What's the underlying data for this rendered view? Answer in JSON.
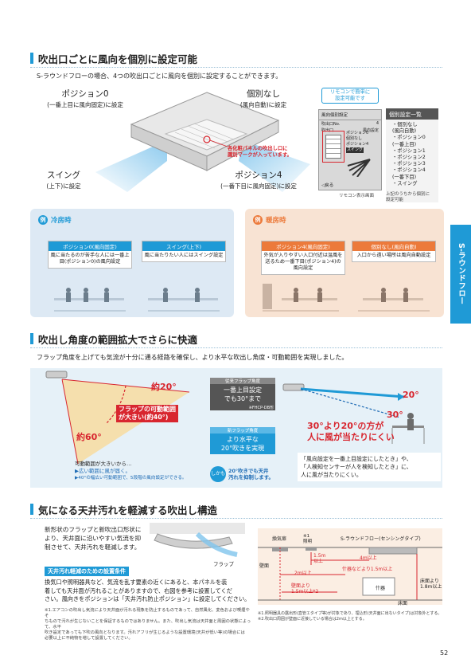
{
  "sections": {
    "s1_title": "吹出口ごとに風向を個別に設定可能",
    "s1_lead": "S-ラウンドフローの場合、4つの吹出口ごとに風向を個別に設定することができます。",
    "s2_title": "吹出し角度の範囲拡大でさらに快適",
    "s2_lead": "フラップ角度を上げても気流が十分に通る経路を確保し、より水平な吹出し角度・可動範囲を実現しました。",
    "s3_title": "気になる天井汚れを軽減する吹出し構造"
  },
  "side_tab": "S-ラウンドフロー",
  "unit_labels": {
    "pos0_main": "ポジション0",
    "pos0_sub": "(一番上目に風向固定)に設定",
    "individual_main": "個別なし",
    "individual_sub": "(風向自動)に設定",
    "swing_main": "スイング",
    "swing_sub": "(上下)に設定",
    "pos4_main": "ポジション4",
    "pos4_sub": "(一番下目に風向固定)に設定",
    "red_note_1": "各化粧パネルの吹出し口に",
    "red_note_2": "識別マークが入っています。"
  },
  "remote": {
    "callout_1": "リモコンで簡単に",
    "callout_2": "設定可能です",
    "screen_title": "風向個別設定",
    "row1": "吹出口No.",
    "row1_val": "4",
    "row2": "吹出口",
    "row3": "風向設定",
    "opt1": "ポジション0",
    "opt2": "個別なし",
    "opt3": "ポジション4",
    "opt4": "スイング",
    "back": "◁戻る",
    "caption": "リモコン表示画面"
  },
  "position_list": {
    "header": "個別設定一覧",
    "items": [
      "・個別なし",
      "(風向自動)",
      "・ポジション0",
      "(一番上目)",
      "・ポジション1",
      "・ポジション2",
      "・ポジション3",
      "・ポジション4",
      "(一番下目)",
      "・スイング"
    ],
    "footnote_1": "上記のうちから個別に",
    "footnote_2": "設定可能"
  },
  "cooling": {
    "tag": "冷房時",
    "tag_mark": "例",
    "color": "#1f9ad6",
    "box1_head": "ポジション0(風向固定)",
    "box1_text": "風に当たるのが苦手な人には一番上目(ポジション0)の風向設定",
    "box2_head": "スイング(上下)",
    "box2_text": "風に当たりたい人にはスイング設定"
  },
  "heating": {
    "tag": "暖房時",
    "tag_mark": "例",
    "color": "#ec7a3b",
    "box1_head": "ポジション4(風向固定)",
    "box1_text": "外気が入りやすい入口付近は温風を送るため一番下目(ポジション4)の風向設定",
    "box2_head": "個別なし(風向自動)",
    "box2_text": "入口から遠い場所は風向自動設定"
  },
  "angle_fig": {
    "deg20": "約20°",
    "deg60": "約60°",
    "range_1": "フラップの可動範囲",
    "range_2": "が大きい(約40°)",
    "range_small": "可動範囲が大きいから…",
    "bullet1": "▶広い範囲に風が届く。",
    "bullet2": "▶40°の幅広い可動範囲で、5段階の風向設定ができる。",
    "old_flap_label": "従来フラップ角度",
    "old_flap_1": "一番上目設定",
    "old_flap_2": "でも30°まで",
    "old_flap_note": "※FHCP-DB形",
    "new_flap_label": "新フラップ角度",
    "new_flap_1": "より水平な",
    "new_flap_2": "20°吹きを実現",
    "shikamo": "しかも",
    "shikamo_1": "20°吹きでも天井",
    "shikamo_2": "汚れを抑制します。",
    "deg20b": "20°",
    "deg30": "30°",
    "big_red_1": "30°より20°の方が",
    "big_red_2": "人に風が当たりにくい",
    "note_1": "「風向設定を一番上目設定にしたとき」や、",
    "note_2": "「人検知センサーが人を検知したとき」に、",
    "note_3": "人に風が当たりにくい。"
  },
  "ceiling": {
    "para_1": "新形状のフラップと新吹出口形状に",
    "para_2": "より、天井面に沿いやすい気流を抑",
    "para_3": "制させて、天井汚れを軽減します。",
    "flap_label": "フラップ",
    "cond_title": "天井汚れ軽減のための設置条件",
    "cond_1": "換気口や照明器具など、気流を乱す要素の近くにあると、本パネルを装",
    "cond_2": "着しても天井面が汚れることがありますので、右図を参考に設置してくだ",
    "cond_3": "さい。風向きをポジションは「天井汚れ防止ポジション」に設定してください。",
    "fn_1": "※1.エアコンの吹出し気流により天井面が汚れる現象を防止するものであって、自然風化、変色および喫煙やそ",
    "fn_2": "ちもので汚れが生じないことを保証するものではありません。また、吹出し気流は天井面と周囲の状態によって、水平",
    "fn_3": "吹き設定であっても下吹の風向となります。汚れアフリが生じるような設置環境(天井が低い等)の場合には",
    "fn_4": "必要以上に不純物を増して設置してください。"
  },
  "diagram": {
    "vent": "換気扉",
    "light_1": "※1",
    "light_2": "照明",
    "unit": "S-ラウンドフロー(センシングタイプ)",
    "d1_a": "1.5m",
    "d1_b": "以上",
    "d2": "4m以上",
    "d3": "2m以上",
    "d4": "什器などより1.5m以上",
    "wall": "壁面",
    "cabinet": "什器",
    "d5_a": "壁面より",
    "d5_b": "1.5m以上",
    "d5_c": "*2",
    "floor_a": "床面より",
    "floor_b": "1.8m以上",
    "floor": "床面",
    "fn_1": "※1.照明器具の露出形(直管エタイプ等)が対象であり、埋込形(天井面に出ないタイプ)は対象外とする。",
    "fn_2": "※2.吹出口周囲が壁面に近接している場合は2m以上とする。"
  },
  "page_number": "52"
}
